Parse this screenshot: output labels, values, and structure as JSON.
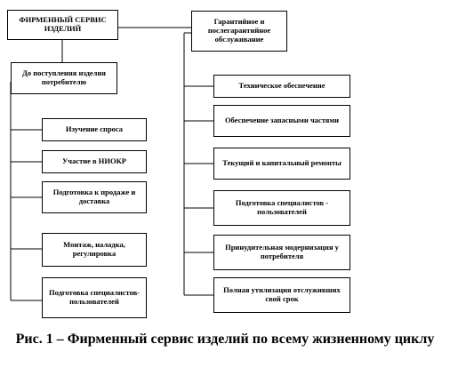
{
  "diagram": {
    "root": "ФИРМЕННЫЙ СЕРВИС ИЗДЕЛИЙ",
    "left_branch": {
      "title": "До поступления изделия потребителю",
      "items": [
        "Изучение спроса",
        "Участие в НИОКР",
        "Подготовка к продаже и доставка",
        "Монтаж, наладка, регулировка",
        "Подготовка специалистов-пользователей"
      ]
    },
    "right_branch": {
      "title": "Гарантийное и послегарантийное обслуживание",
      "items": [
        "Техническое обеспечение",
        "Обеспечение запасными частями",
        "Текущий и капитальный ремонты",
        "Подготовка специалистов - пользователей",
        "Принудительная модернизация у потребителя",
        "Полная утилизация отслуживших свой срок"
      ]
    }
  },
  "caption": "Рис. 1 – Фирменный сервис изделий по всему жизненному циклу"
}
